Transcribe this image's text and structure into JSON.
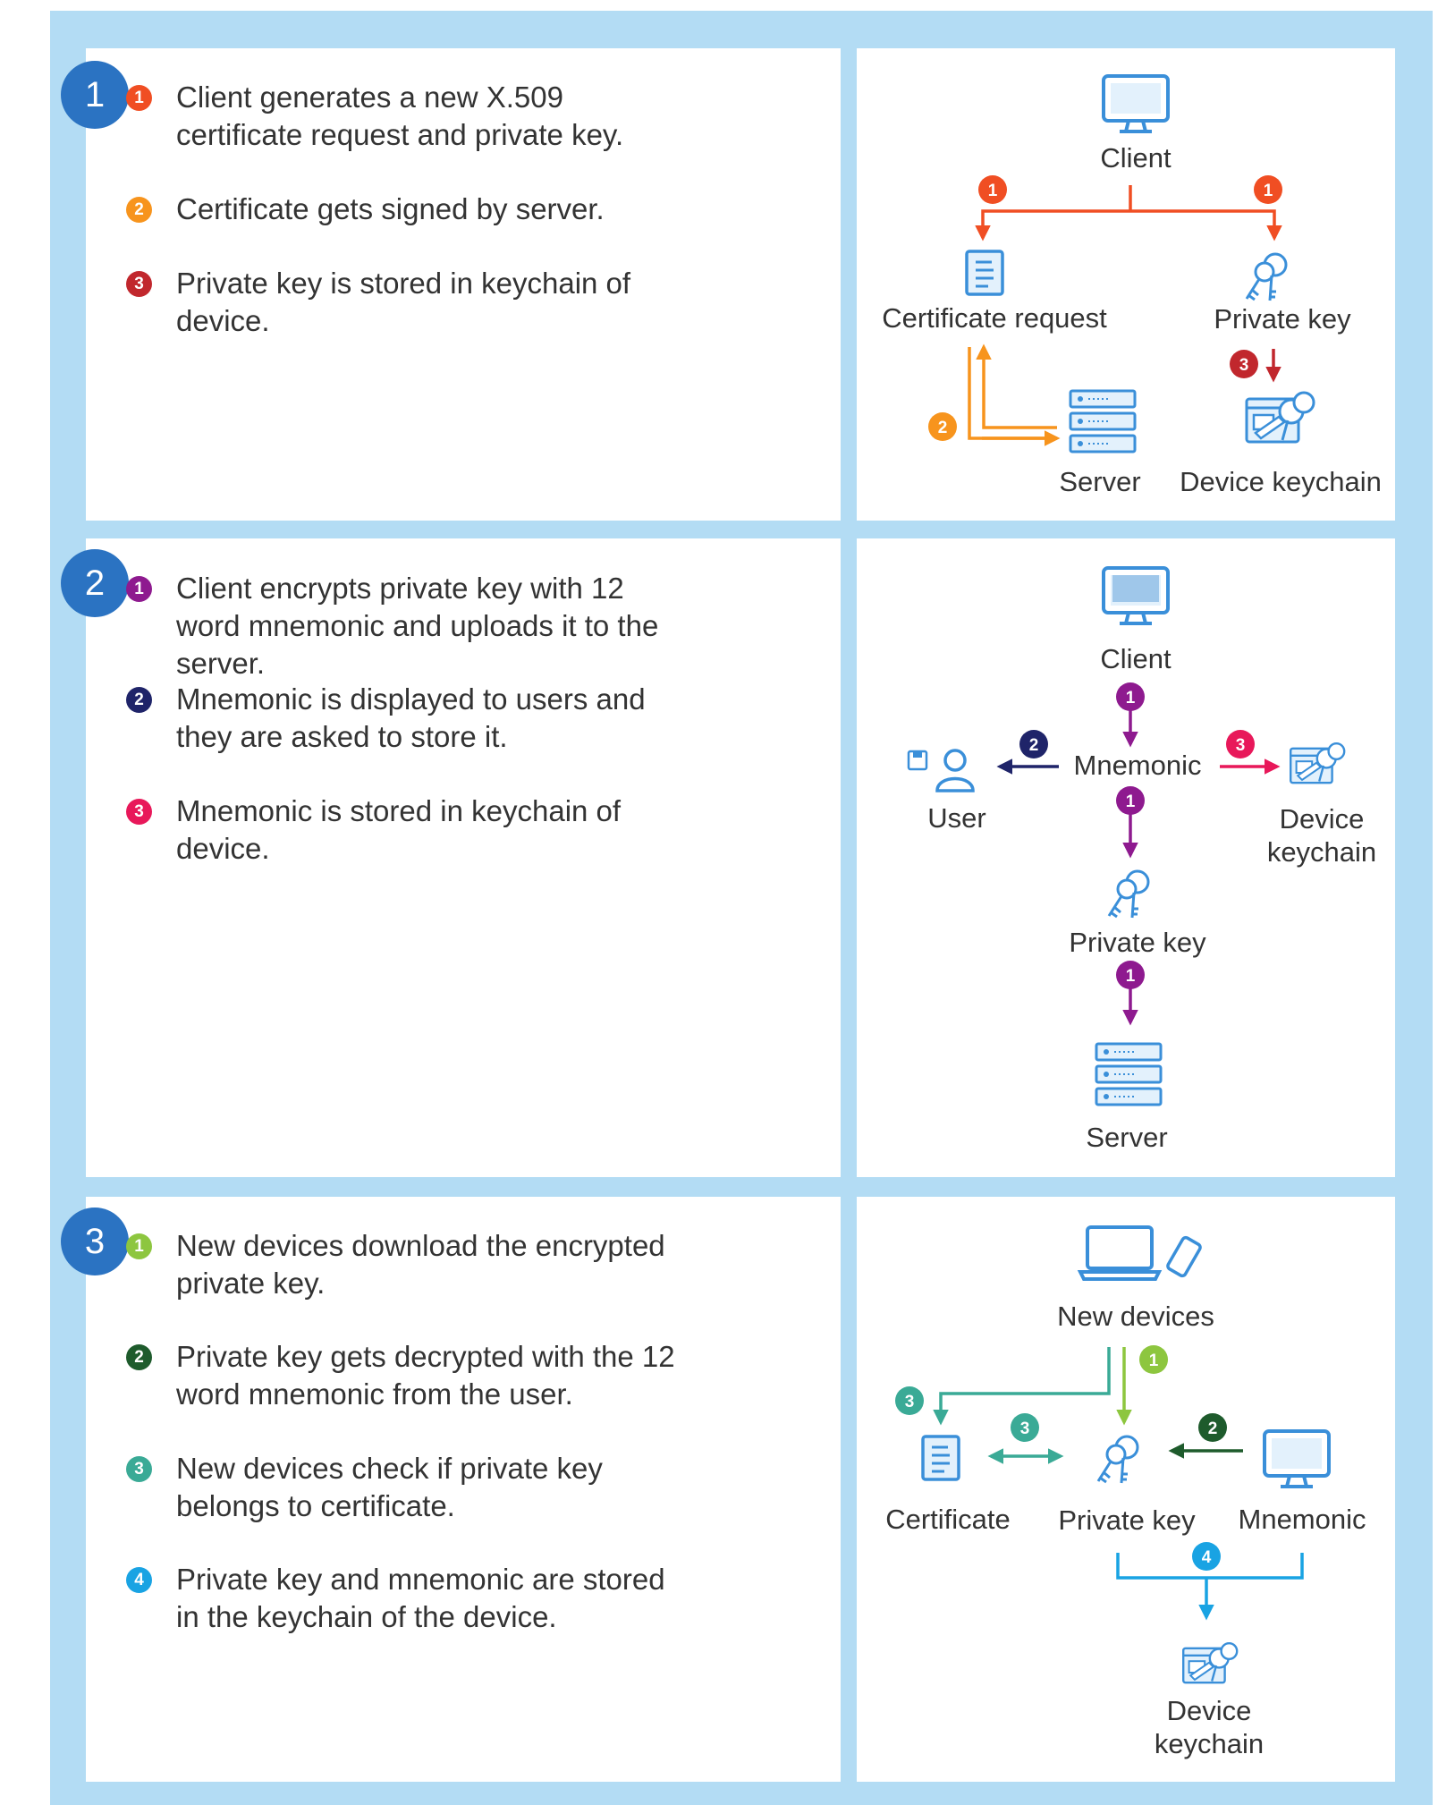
{
  "colors": {
    "frame": "#b3dcf4",
    "step_badge": "#2b73c2",
    "icon_blue": "#3a8fd9"
  },
  "steps": [
    {
      "number": "1",
      "items": [
        {
          "num": "1",
          "color": "#f04e23",
          "text": "Client generates a new X.509 certificate request and private key."
        },
        {
          "num": "2",
          "color": "#f7941d",
          "text": "Certificate gets signed by server."
        },
        {
          "num": "3",
          "color": "#c1272d",
          "text": "Private key is stored in keychain of device."
        }
      ],
      "diagram": {
        "labels": {
          "client": "Client",
          "certificate_request": "Certificate request",
          "private_key": "Private key",
          "server": "Server",
          "device_keychain": "Device keychain"
        },
        "badges": {
          "client_to_cert": "1",
          "client_to_key": "1",
          "server_signs": "2",
          "key_to_keychain": "3"
        }
      }
    },
    {
      "number": "2",
      "items": [
        {
          "num": "1",
          "color": "#8e1a8f",
          "text": "Client encrypts private key with 12 word mnemonic and uploads it to the server."
        },
        {
          "num": "2",
          "color": "#1f2469",
          "text": "Mnemonic is displayed to users and they are asked to store it."
        },
        {
          "num": "3",
          "color": "#e8185a",
          "text": "Mnemonic is stored in keychain of device."
        }
      ],
      "diagram": {
        "labels": {
          "client": "Client",
          "mnemonic": "Mnemonic",
          "user": "User",
          "device_keychain_line1": "Device",
          "device_keychain_line2": "keychain",
          "private_key": "Private key",
          "server": "Server"
        },
        "badges": {
          "client_to_mnemonic": "1",
          "mnemonic_to_user": "2",
          "mnemonic_to_keychain": "3",
          "mnemonic_to_key": "1",
          "key_to_server": "1"
        }
      }
    },
    {
      "number": "3",
      "items": [
        {
          "num": "1",
          "color": "#8dc63f",
          "text": "New devices download the encrypted private key."
        },
        {
          "num": "2",
          "color": "#1e5b2c",
          "text": "Private key gets decrypted with the 12 word mnemonic from the user."
        },
        {
          "num": "3",
          "color": "#3aaa96",
          "text": "New devices check if private key belongs to certificate."
        },
        {
          "num": "4",
          "color": "#19a3e3",
          "text": "Private key and mnemonic are stored in the keychain of the device."
        }
      ],
      "diagram": {
        "labels": {
          "new_devices": "New devices",
          "certificate": "Certificate",
          "private_key": "Private key",
          "mnemonic": "Mnemonic",
          "device_keychain_line1": "Device",
          "device_keychain_line2": "keychain"
        },
        "badges": {
          "download": "1",
          "devices_to_cert": "3",
          "check": "3",
          "decrypt": "2",
          "store": "4"
        }
      }
    }
  ]
}
